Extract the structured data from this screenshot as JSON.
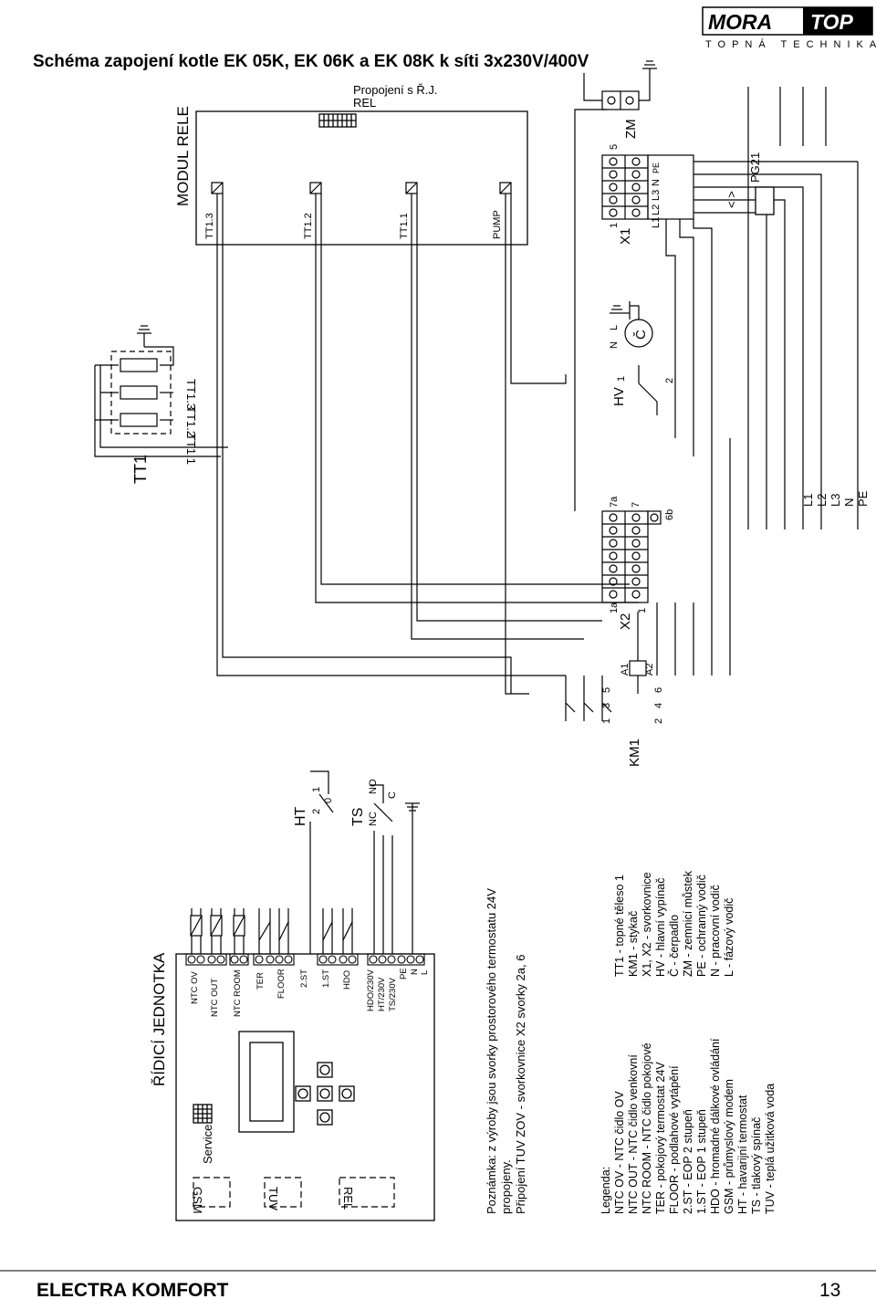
{
  "title": "Schéma zapojení kotle EK 05K, EK 06K  a  EK 08K k síti 3x230V/400V",
  "logo": {
    "brand": "MORA TOP",
    "tagline": "TOPNÁ TECHNIKA"
  },
  "top_box": {
    "line1": "Propojení s Ř.J.",
    "line2": "REL"
  },
  "modul_rele": {
    "title": "MODUL RELE",
    "outputs": [
      "TT1.3",
      "TT1.2",
      "TT1.1",
      "PUMP"
    ]
  },
  "x1": {
    "name": "X1",
    "terminal_first": "1",
    "terminal_last": "5",
    "terminals": [
      "L1",
      "L2",
      "L3",
      "N",
      "PE"
    ]
  },
  "zm": "ZM",
  "pg21": "PG21",
  "mains": [
    "L1",
    "L2",
    "L3",
    "N",
    "PE"
  ],
  "tt1": {
    "name": "TT1",
    "elements": [
      "TT1.1",
      "TT1.2",
      "TT1.3"
    ]
  },
  "hv": {
    "name": "HV",
    "pin1": "1",
    "pin2": "2"
  },
  "pump": {
    "symbol": "Č",
    "n": "N",
    "l": "L"
  },
  "x2": {
    "name": "X2",
    "t1a": "1a",
    "t7a": "7a",
    "t1": "1",
    "t7": "7",
    "t6b": "6b"
  },
  "km1": {
    "name": "KM1",
    "top": [
      "1",
      "3",
      "5"
    ],
    "bottom": [
      "2",
      "4",
      "6"
    ],
    "a1": "A1",
    "a2": "A2"
  },
  "ht": {
    "name": "HT",
    "p2": "2",
    "p0": "0",
    "p1": "1"
  },
  "ts": {
    "name": "TS",
    "nc": "NC",
    "no": "NO",
    "c": "C"
  },
  "control_unit": {
    "name": "ŘÍDICÍ JEDNOTKA",
    "service": "Service",
    "slots": [
      "GSM",
      "TUV",
      "REL"
    ],
    "terminals": [
      "NTC OV",
      "NTC OUT",
      "NTC ROOM",
      "TER",
      "FLOOR",
      "2.ST",
      "1.ST",
      "HDO",
      "HDO/230V",
      "HT/230V",
      "TS/230V",
      "PE",
      "N",
      "L"
    ]
  },
  "note": {
    "line1": "Poznámka: z výroby jsou svorky prostorového termostatu 24V",
    "line2": "propojeny.",
    "line3": "Připojení TUV ZOV - svorkovnice X2 svorky 2a, 6"
  },
  "legend_left": {
    "header": "Legenda:",
    "items": [
      "NTC OV - NTC čidlo OV",
      "NTC OUT - NTC čidlo venkovní",
      "NTC ROOM - NTC čidlo pokojové",
      "TER - pokojový termostat 24V",
      "FLOOR - podlahové vytápění",
      "2.ST - EOP 2 stupeň",
      "1.ST - EOP 1 stupeň",
      "HDO - hromadné dálkové ovládání",
      "GSM - průmyslový modem",
      "HT - havarijní termostat",
      "TS - tlakový spínač",
      "TUV - teplá užitková voda"
    ]
  },
  "legend_right": {
    "items": [
      "TT1 - topné těleso 1",
      "KM1 - stykač",
      "X1, X2 - svorkovnice",
      "HV - hlavní vypínač",
      "Č - čerpadlo",
      "ZM - zemnicí můstek",
      "PE - ochranný vodič",
      "N - pracovní vodič",
      "L - fázový vodič"
    ]
  },
  "footer": {
    "left": "ELECTRA KOMFORT",
    "page": "13"
  }
}
